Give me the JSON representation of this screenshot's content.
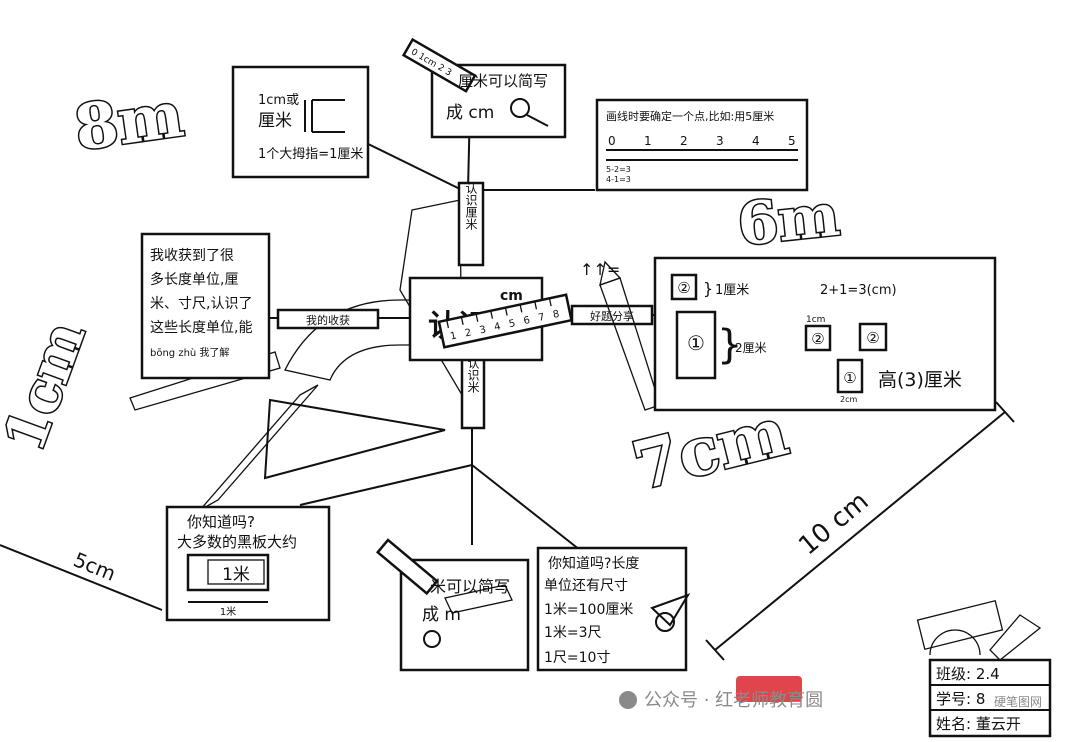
{
  "big_labels": {
    "8m": "8m",
    "6m": "6m",
    "1cm": "1cm",
    "7cm": "7cm",
    "5cm": "5cm",
    "10cm": "10 cm"
  },
  "center": {
    "title_partial": "认识",
    "ruler_numbers": [
      "1",
      "2",
      "3",
      "4",
      "5",
      "6",
      "7",
      "8"
    ],
    "unit": "cm"
  },
  "branches": {
    "top": "认识厘米",
    "left": "我的收获",
    "right": "好题分享",
    "bottom": "认识米"
  },
  "box_top_left": {
    "line1": "1cm或",
    "line2": "厘米",
    "line3": "1个大拇指=1厘米"
  },
  "box_top_mid": {
    "line1": "厘米可以简写",
    "line2": "成 cm",
    "ruler_label": "0 1cm 2 3"
  },
  "box_top_right": {
    "title": "画线时要确定一个点,比如:用5厘米",
    "ticks": [
      "0",
      "1",
      "2",
      "3",
      "4",
      "5"
    ],
    "note1": "5-2=3",
    "note2": "4-1=3"
  },
  "box_left": {
    "lines": [
      "我收获到了很",
      "多长度单位,厘",
      "米、寸尺,认识了",
      "这些长度单位,能",
      "bōng zhù 我了解"
    ]
  },
  "box_right": {
    "top_label": "1厘米",
    "side_label": "2厘米",
    "equation": "2+1=3(cm)",
    "circle1": "①",
    "circle2": "②",
    "small1": "1cm",
    "small2": "2cm",
    "answer": "高(3)厘米"
  },
  "box_bottom_left": {
    "line1": "你知道吗?",
    "line2": "大多数的黑板大约",
    "inner": "1米",
    "bar_label": "1米"
  },
  "box_bottom_mid": {
    "line1": "米可以简写",
    "line2": "成 m"
  },
  "box_bottom_right": {
    "line1": "你知道吗?长度",
    "line2": "单位还有尺寸",
    "line3": "1米=100厘米",
    "line4": "1米=3尺",
    "line5": "1尺=10寸"
  },
  "info_card": {
    "class_label": "班级: 2.4",
    "number_label": "学号: 8",
    "name_label": "姓名: 董云开"
  },
  "watermark": {
    "text": "公众号 · 红老师教育圆",
    "site": "硬笔图网"
  },
  "colors": {
    "ink": "#111111",
    "paper": "#ffffff",
    "red_stamp": "#d8262b",
    "watermark": "#8a8a8a"
  }
}
